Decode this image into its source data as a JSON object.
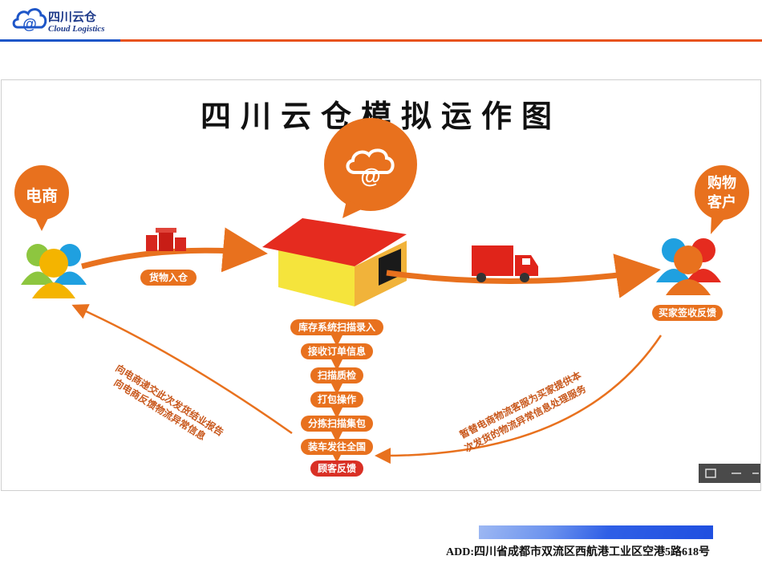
{
  "header": {
    "brand_cn": "四川云仓",
    "brand_en": "Cloud Logistics",
    "logo_mark": "@"
  },
  "diagram": {
    "title": "四川云仓模拟运作图",
    "merchant_label": "电商",
    "customer_label_line1": "购物",
    "customer_label_line2": "客户",
    "inbound_label": "货物入仓",
    "customer_feedback": "买家签收反馈",
    "steps": [
      "库存系统扫描录入",
      "接收订单信息",
      "扫描质检",
      "打包操作",
      "分拣扫描集包",
      "装车发往全国",
      "顾客反馈"
    ],
    "left_note_line1": "向电商递交此次发货结业报告",
    "left_note_line2": "向电商反馈物流异常信息",
    "right_note_line1": "暂替电商物流客服为买家提供本",
    "right_note_line2": "次发货的物流异常信息处理服务"
  },
  "footer": {
    "address": "ADD:四川省成都市双流区西航港工业区空港5路618号"
  },
  "colors": {
    "accent_orange": "#e8711e",
    "header_blue": "#1e56c8",
    "header_orange": "#e8531e"
  }
}
